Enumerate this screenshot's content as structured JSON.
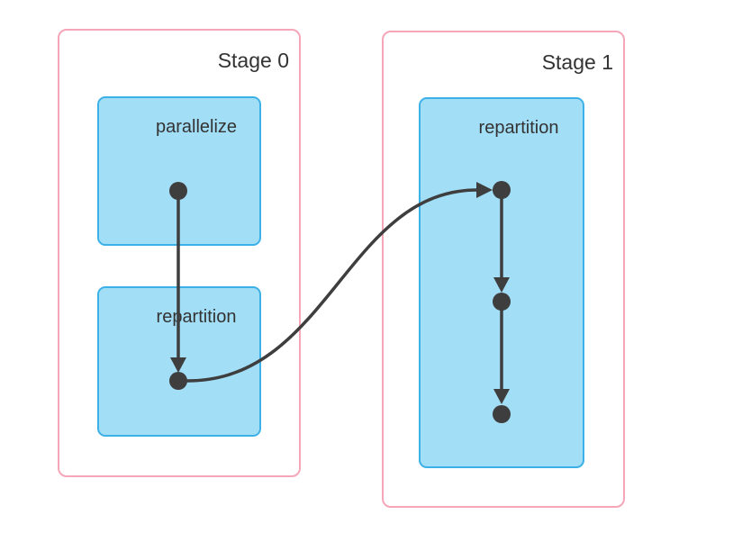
{
  "diagram_type": "dag-stage-diagram",
  "stages": [
    {
      "label": "Stage 0",
      "nodes": [
        {
          "label": "parallelize",
          "tasks": 1
        },
        {
          "label": "repartition",
          "tasks": 1
        }
      ]
    },
    {
      "label": "Stage 1",
      "nodes": [
        {
          "label": "repartition",
          "tasks": 3
        }
      ]
    }
  ],
  "edges": [
    {
      "from": "stage0-parallelize",
      "to": "stage0-repartition",
      "style": "straight-down"
    },
    {
      "from": "stage0-repartition",
      "to": "stage1-repartition-task1",
      "style": "curved-shuffle"
    },
    {
      "from": "stage1-repartition-task1",
      "to": "stage1-repartition-task2",
      "style": "straight-down"
    },
    {
      "from": "stage1-repartition-task2",
      "to": "stage1-repartition-task3",
      "style": "straight-down"
    }
  ],
  "colors": {
    "background": "#ffffff",
    "stage_border": "#f5a6b8",
    "node_fill": "#a3def7",
    "node_border": "#3cb1e8",
    "edge": "#3e3e3e",
    "text": "#333333"
  }
}
